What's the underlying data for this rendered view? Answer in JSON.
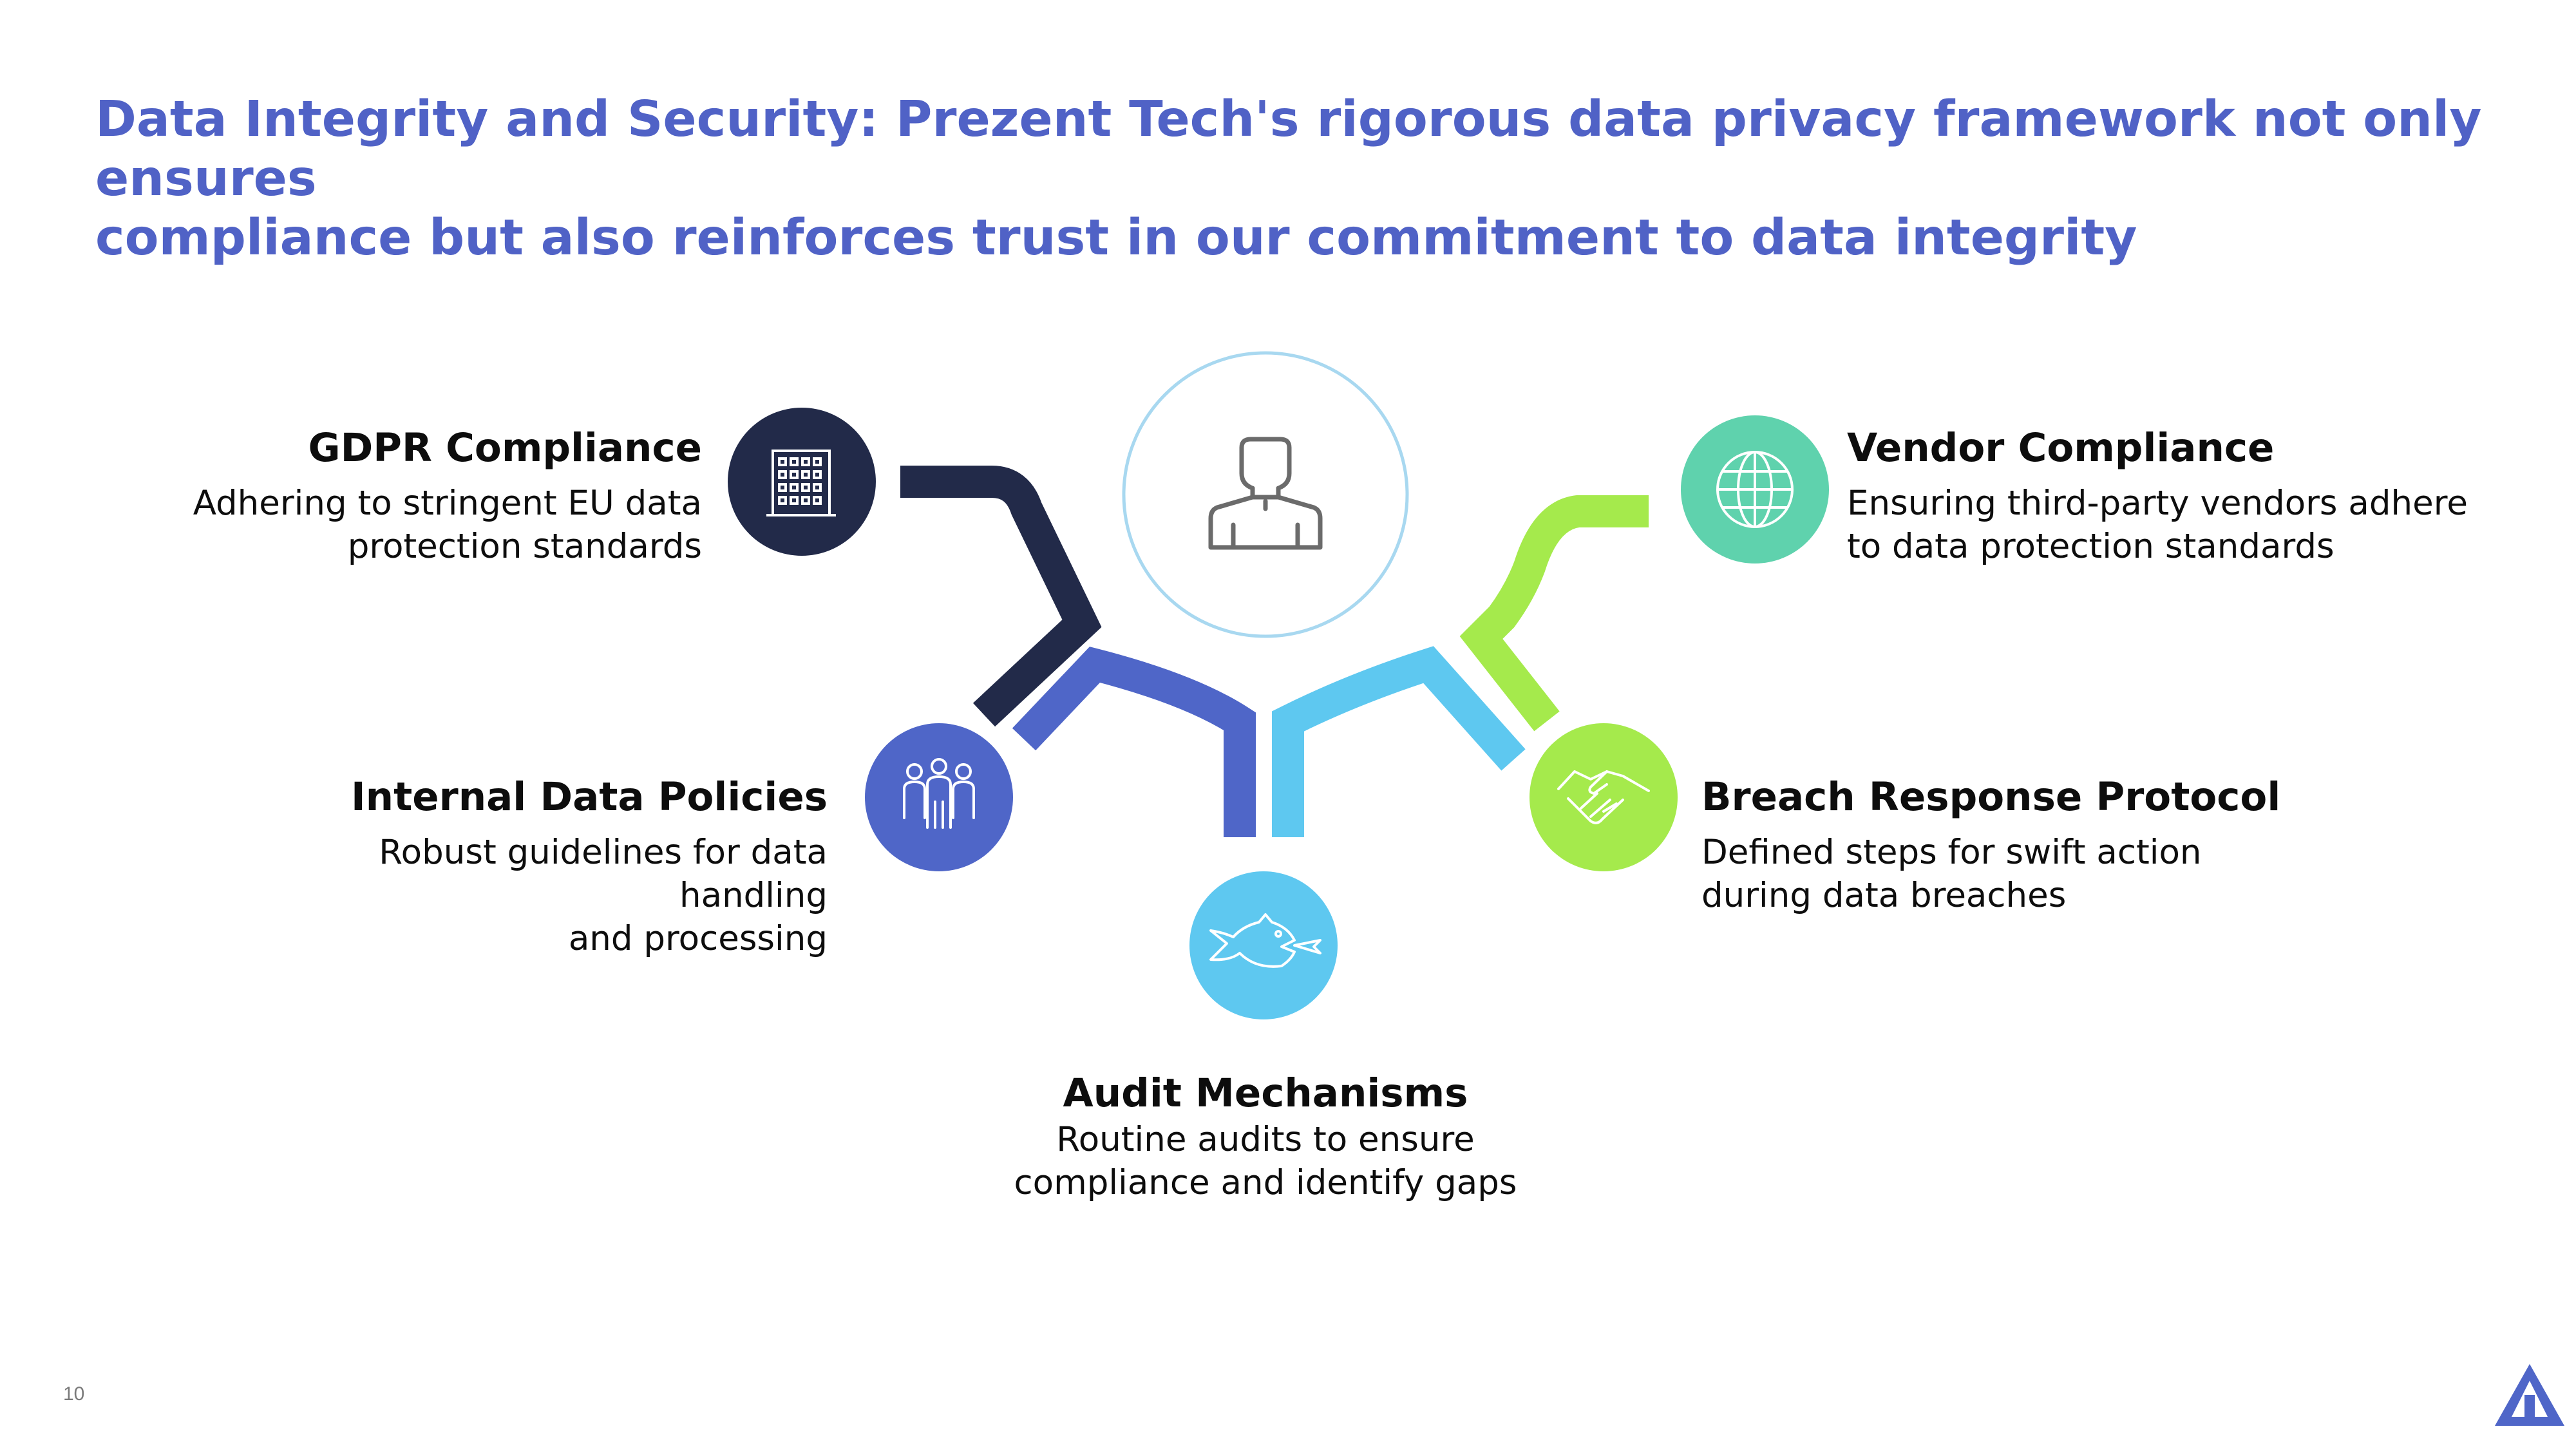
{
  "title": {
    "line1": "Data Integrity and Security: Prezent Tech's rigorous data privacy framework not only ensures",
    "line2": "compliance but also reinforces trust in our commitment to data integrity"
  },
  "center": {
    "icon": "person-icon",
    "ring_color": "#a8d8f0"
  },
  "items": [
    {
      "heading": "GDPR Compliance",
      "desc": [
        "Adhering to stringent EU data",
        "protection standards"
      ],
      "icon": "office-building-icon",
      "color": "#222a49"
    },
    {
      "heading": "Internal Data Policies",
      "desc": [
        "Robust guidelines for data handling",
        "and processing"
      ],
      "icon": "team-icon",
      "color": "#4f66c8"
    },
    {
      "heading": "Audit Mechanisms",
      "desc": [
        "Routine audits to ensure",
        "compliance and identify gaps"
      ],
      "icon": "fish-icon",
      "color": "#5ec8f0"
    },
    {
      "heading": "Breach Response Protocol",
      "desc": [
        "Defined steps for swift action",
        "during data breaches"
      ],
      "icon": "handshake-icon",
      "color": "#a5ea4c"
    },
    {
      "heading": "Vendor Compliance",
      "desc": [
        "Ensuring third-party vendors adhere",
        "to data protection standards"
      ],
      "icon": "globe-icon",
      "color": "#5fd2ad"
    }
  ],
  "footer": {
    "page_number": "10",
    "logo": "company-logo-icon",
    "logo_color": "#4f66c8"
  }
}
